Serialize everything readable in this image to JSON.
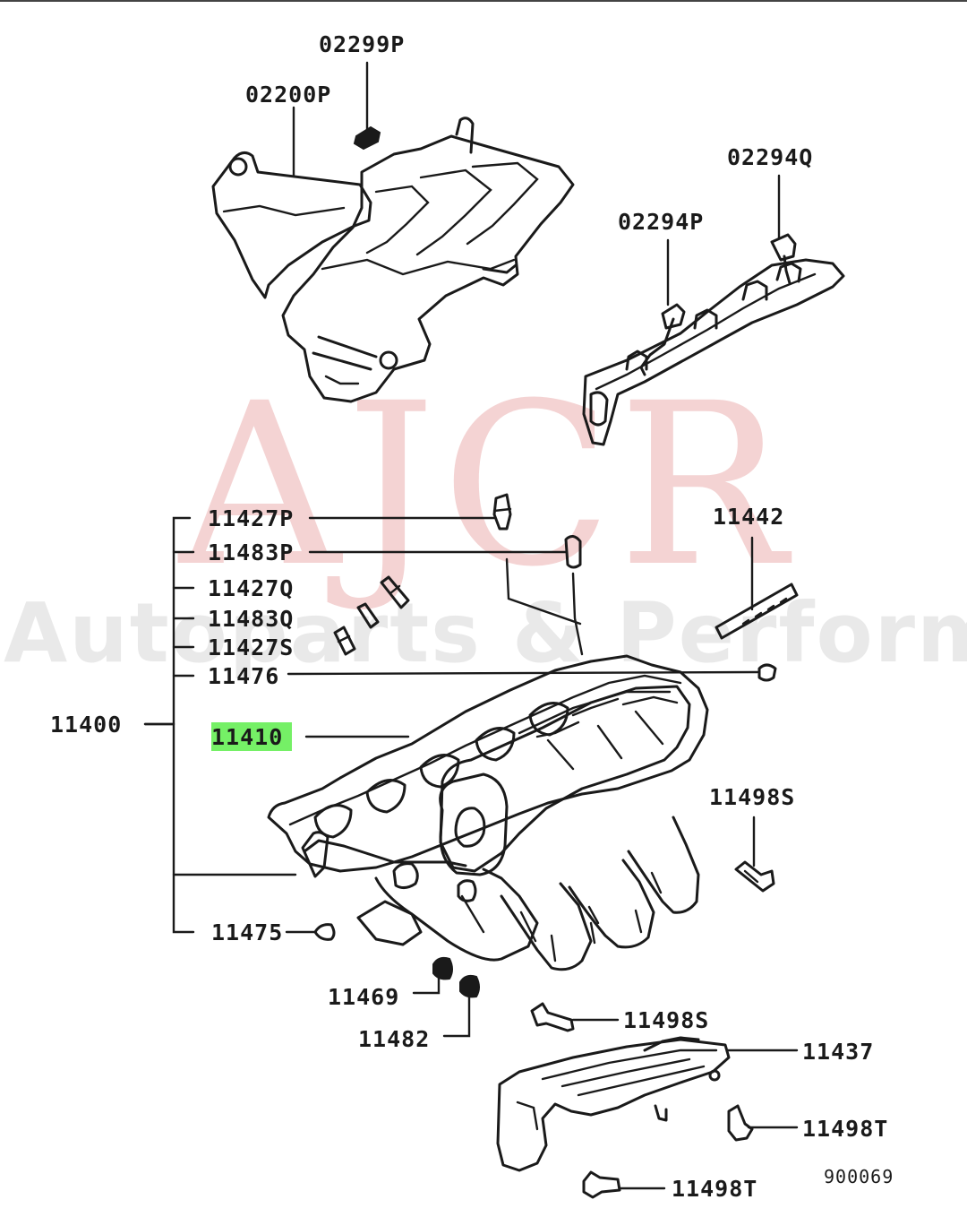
{
  "watermark": {
    "brand": "AJCR",
    "tagline": "Autoparts & Performance",
    "color": "#e8a0a0"
  },
  "highlight_color": "#66ee55",
  "drawing_code": "900069",
  "labels": {
    "p02299P": "02299P",
    "p02200P": "02200P",
    "p02294Q": "02294Q",
    "p02294P": "02294P",
    "p11427P": "11427P",
    "p11483P": "11483P",
    "p11427Q": "11427Q",
    "p11483Q": "11483Q",
    "p11427S": "11427S",
    "p11476": "11476",
    "p11442": "11442",
    "p11400": "11400",
    "p11410": "11410",
    "p11498S_a": "11498S",
    "p11475": "11475",
    "p11469": "11469",
    "p11482": "11482",
    "p11498S_b": "11498S",
    "p11437": "11437",
    "p11498T_a": "11498T",
    "p11498T_b": "11498T"
  }
}
